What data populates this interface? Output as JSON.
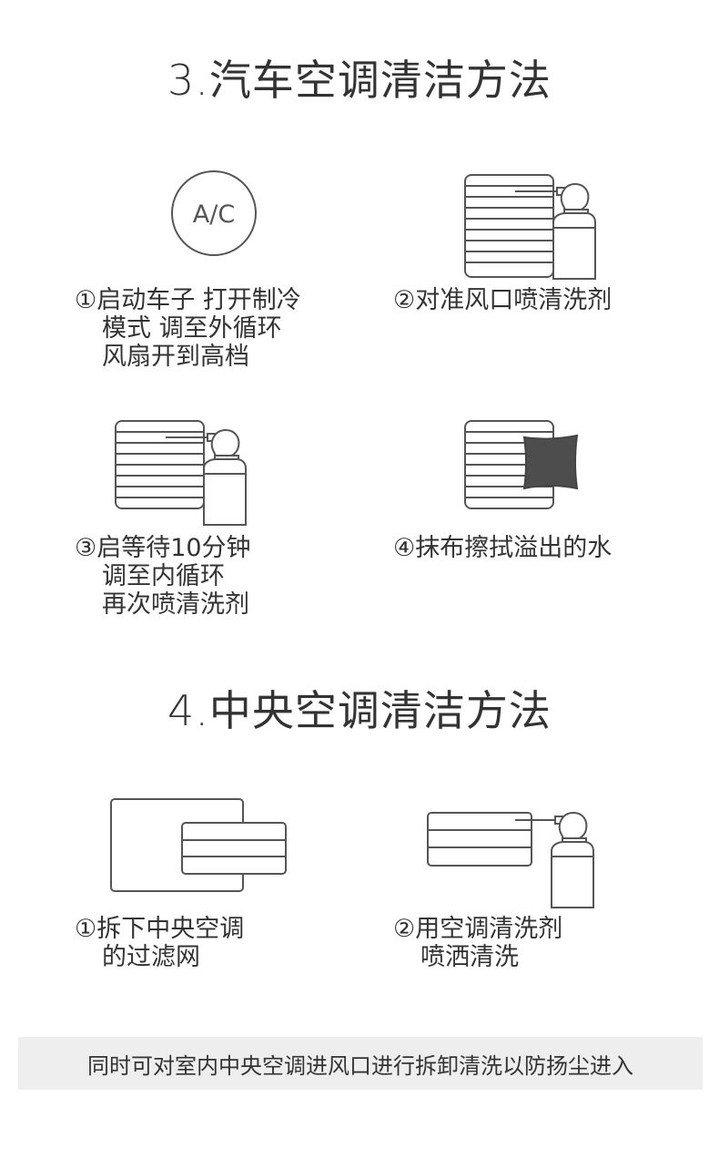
{
  "car_section": {
    "title": "3.汽车空调清洁方法",
    "steps": [
      {
        "illustration": "ac-button-icon",
        "icon_label": "A/C",
        "lines": [
          "①启动车子 打开制冷",
          "模式 调至外循环",
          "风扇开到高档"
        ]
      },
      {
        "illustration": "vent-spray-icon",
        "lines": [
          "②对准风口喷清洗剂"
        ]
      },
      {
        "illustration": "vent-spray-icon",
        "lines": [
          "③启等待10分钟",
          "调至内循环",
          "再次喷清洗剂"
        ]
      },
      {
        "illustration": "vent-cloth-icon",
        "lines": [
          "④抹布擦拭溢出的水"
        ]
      }
    ]
  },
  "central_section": {
    "title": "4.中央空调清洁方法",
    "steps": [
      {
        "illustration": "remove-panel-icon",
        "lines": [
          "①拆下中央空调",
          "的过滤网"
        ]
      },
      {
        "illustration": "filter-spray-icon",
        "lines": [
          "②用空调清洗剂",
          "喷洒清洗"
        ]
      }
    ]
  },
  "footer": {
    "note": "同时可对室内中央空调进风口进行拆卸清洗以防扬尘进入"
  },
  "colors": {
    "stroke": "#555555",
    "text": "#333333",
    "cloth": "#4d4d4d",
    "footer_bg": "#eeeeee"
  }
}
